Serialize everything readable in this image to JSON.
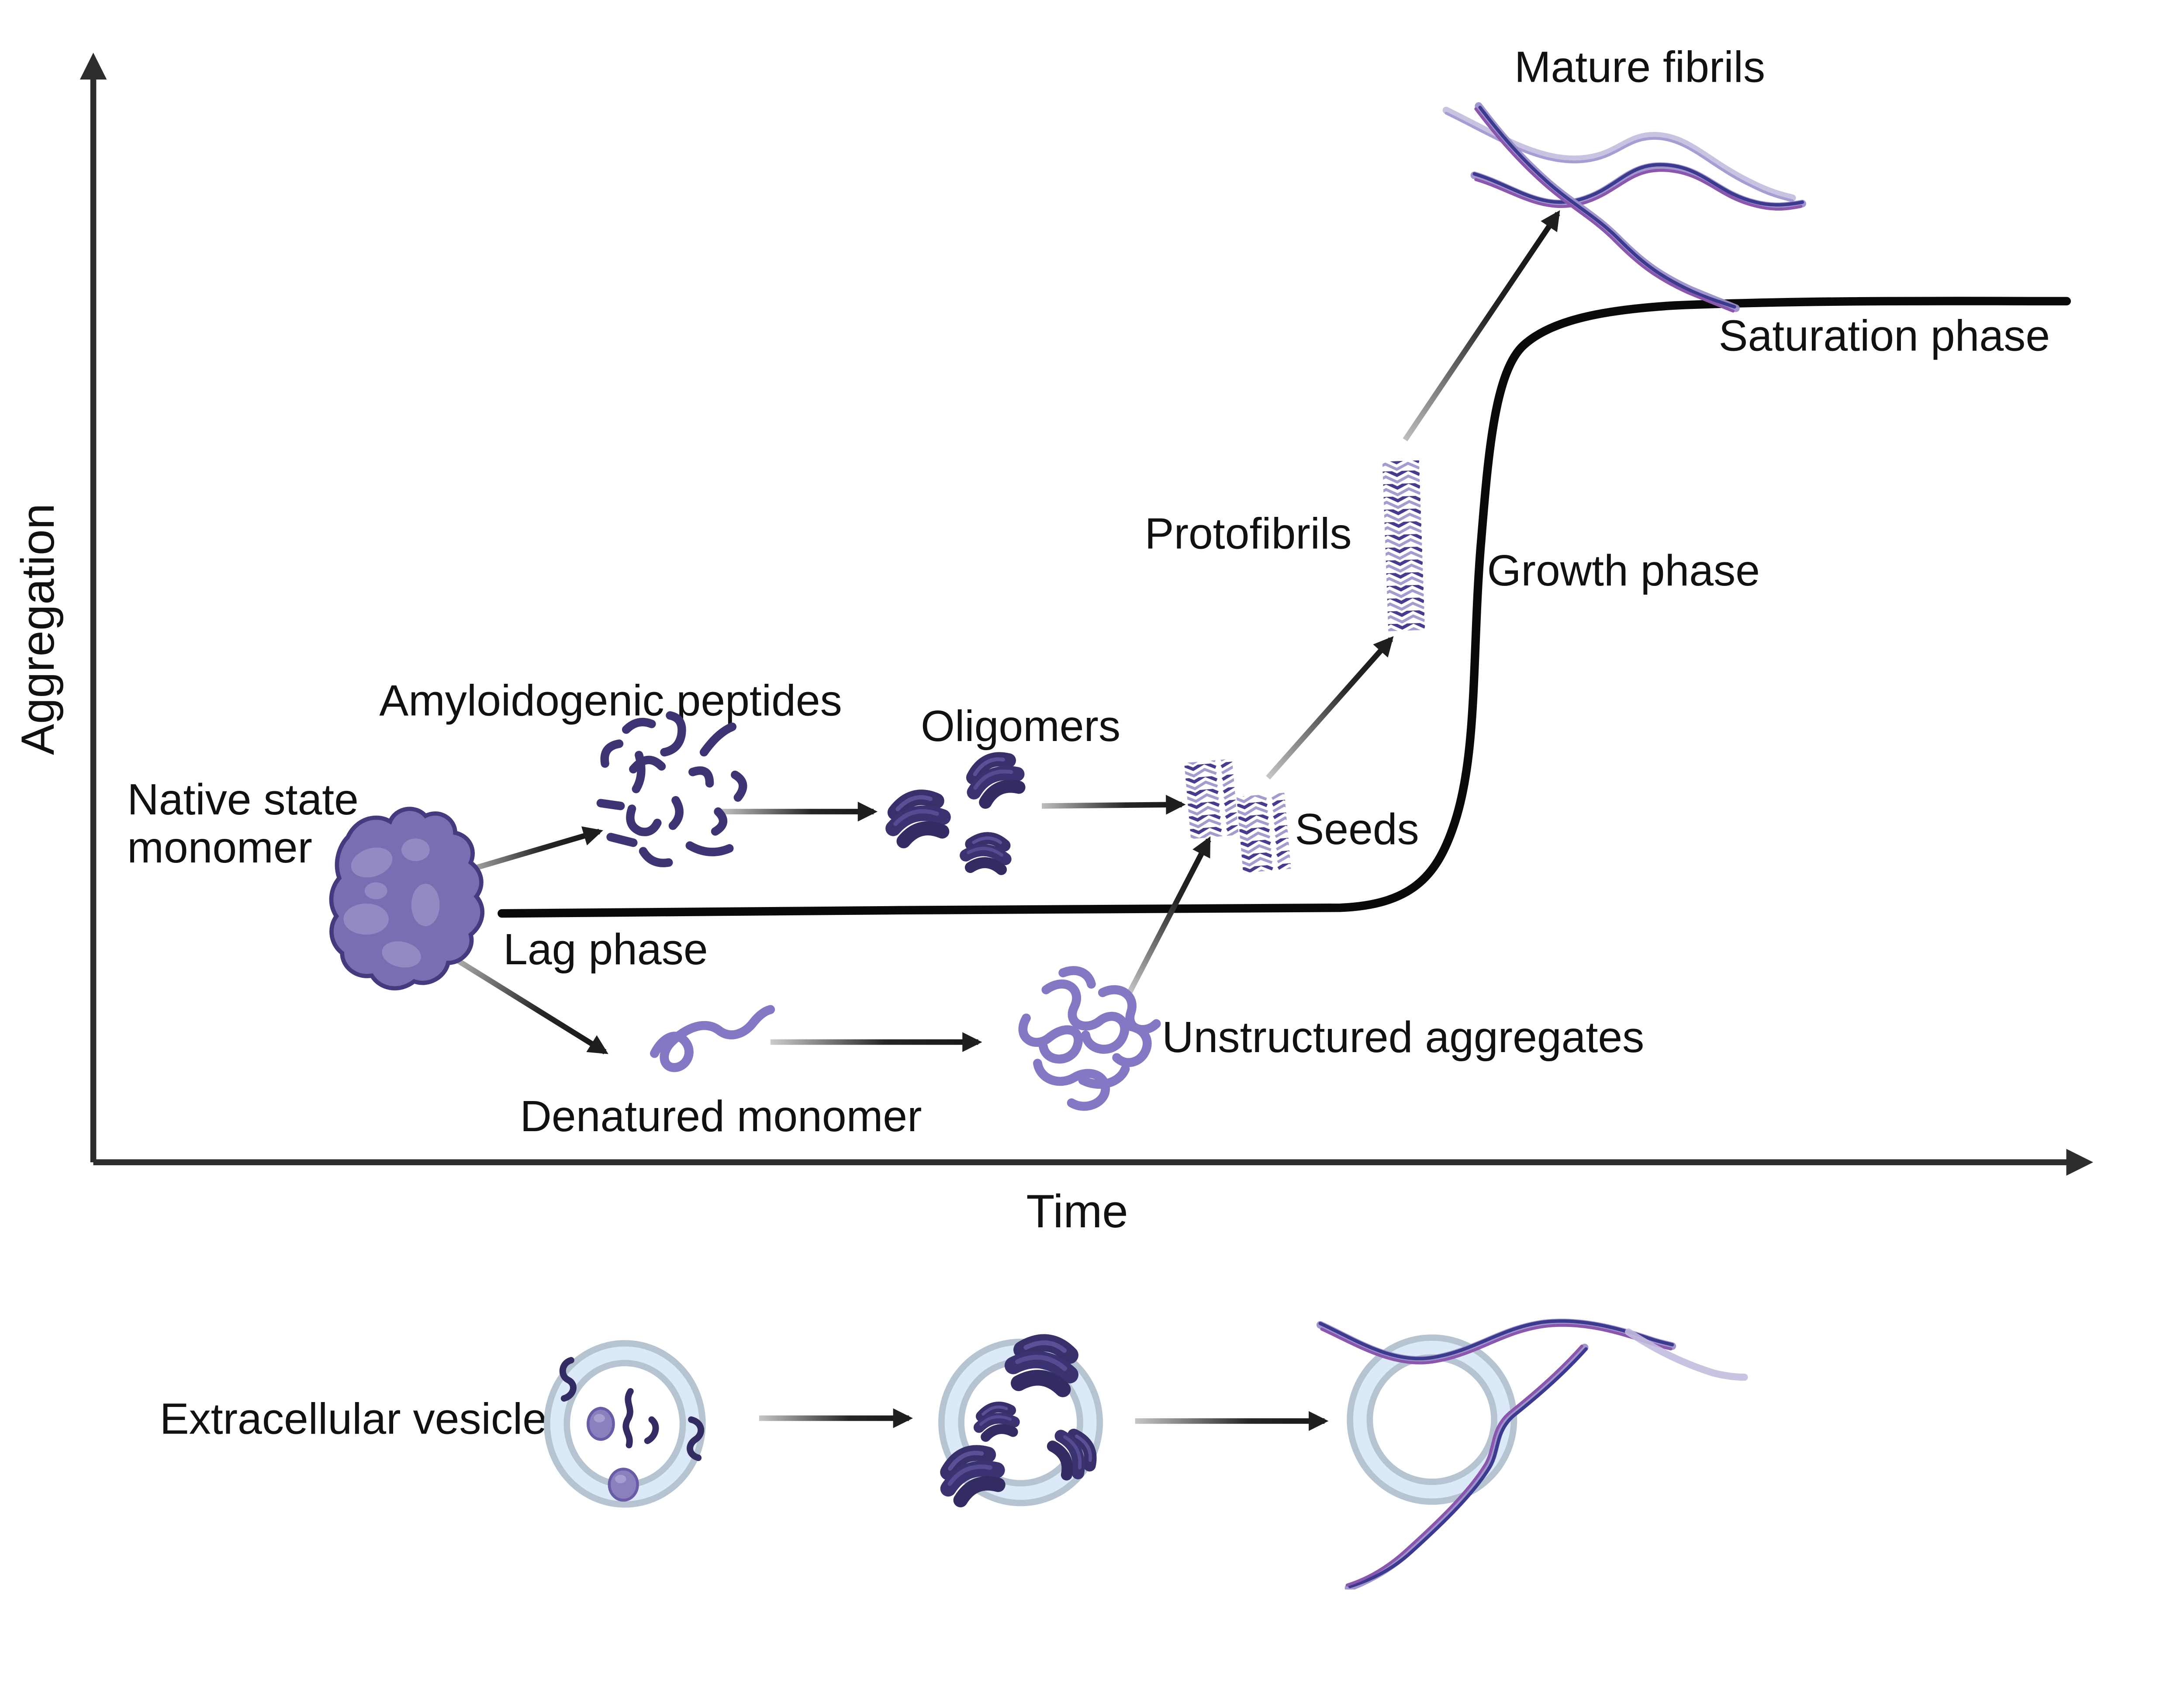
{
  "figure": {
    "axes": {
      "y_label": "Aggregation",
      "x_label": "Time"
    },
    "phases": {
      "lag": "Lag phase",
      "growth": "Growth phase",
      "saturation": "Saturation phase"
    },
    "species": {
      "native_state_line1": "Native state",
      "native_state_line2": "monomer",
      "amyloidogenic_peptides": "Amyloidogenic peptides",
      "oligomers": "Oligomers",
      "seeds": "Seeds",
      "protofibrils": "Protofibrils",
      "mature_fibrils": "Mature fibrils",
      "denatured_monomer": "Denatured monomer",
      "unstructured_aggregates": "Unstructured aggregates",
      "extracellular_vesicle": "Extracellular vesicle"
    },
    "colors": {
      "ink": "#111111",
      "axis": "#2d2d2d",
      "curve": "#0a0a0a",
      "native_monomer_fill": "#7b6db2",
      "native_monomer_patch": "#938ac4",
      "native_monomer_outline": "#453a7d",
      "peptide_navy": "#3d3473",
      "oligomer_navy": "#37306a",
      "beta_sheet_dark": "#463b8c",
      "beta_sheet_light": "#a59cce",
      "random_coil_purple": "#8577c3",
      "fibril_navy": "#3b3a8f",
      "fibril_purple": "#8a56ae",
      "fibril_lavender": "#9b8fc9",
      "vesicle_ring": "#b6c3d0",
      "vesicle_band": "#dbe9f8"
    }
  }
}
